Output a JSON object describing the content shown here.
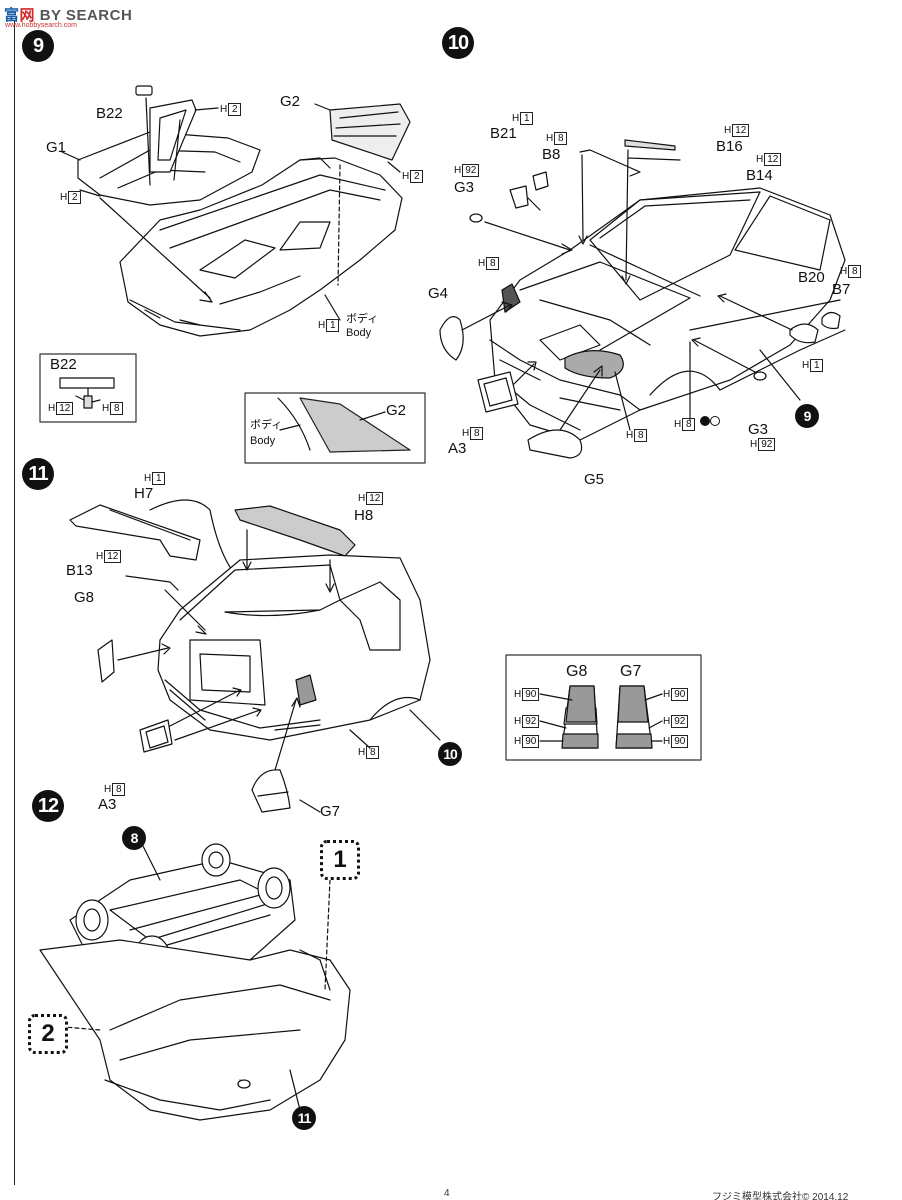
{
  "watermark": {
    "brand_a": "富",
    "brand_b": "网",
    "brand_c": "BY SEARCH",
    "sub": "www.hobbysearch.com"
  },
  "steps": {
    "s9": "9",
    "s10": "10",
    "s11": "11",
    "s12": "12",
    "ref8": "8",
    "ref9": "9",
    "ref10": "10",
    "ref11": "11",
    "box1": "1",
    "box2": "2"
  },
  "h_prefix": "H",
  "step9": {
    "b22": "B22",
    "g1": "G1",
    "g2": "G2",
    "h2": "2",
    "h1": "1",
    "body_jp": "ボディ",
    "body_en": "Body",
    "inset_b22": {
      "title": "B22",
      "h12": "12",
      "h8": "8"
    },
    "inset_g2": {
      "body_jp": "ボディ",
      "body_en": "Body",
      "g2": "G2"
    }
  },
  "step10": {
    "b21": "B21",
    "b8": "B8",
    "b16": "B16",
    "b14": "B14",
    "g3": "G3",
    "g4": "G4",
    "a3": "A3",
    "g5": "G5",
    "b20": "B20",
    "b7": "B7",
    "g3b": "G3",
    "h1": "1",
    "h8": "8",
    "h12": "12",
    "h92": "92"
  },
  "step11": {
    "h7": "H7",
    "h8": "H8",
    "b13": "B13",
    "g8": "G8",
    "a3": "A3",
    "g7": "G7",
    "h1": "1",
    "h12": "12",
    "h8n": "8",
    "inset_lamps": {
      "g8": "G8",
      "g7": "G7",
      "h90": "90",
      "h92": "92"
    }
  },
  "footer": {
    "page": "4",
    "copyright": "フジミ模型株式会社© 2014.12"
  }
}
